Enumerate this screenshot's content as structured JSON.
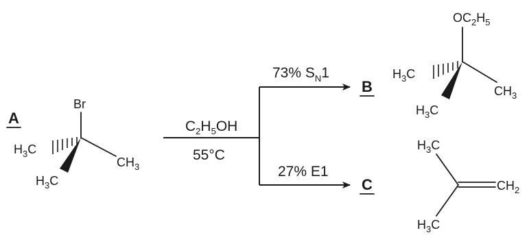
{
  "compounds": {
    "a_label": "A",
    "b_label": "B",
    "c_label": "C"
  },
  "reactant": {
    "br": "Br",
    "me_left": {
      "main": "H",
      "sub": "3",
      "tail": "C"
    },
    "me_bottom": {
      "main": "H",
      "sub": "3",
      "tail": "C"
    },
    "me_right": {
      "main": "CH",
      "sub": "3"
    }
  },
  "conditions": {
    "solvent": {
      "main": "C",
      "sub1": "2",
      "mid": "H",
      "sub2": "5",
      "tail": "OH"
    },
    "temperature": "55°C"
  },
  "pathways": {
    "upper": {
      "percent": "73% S",
      "sub": "N",
      "tail": "1"
    },
    "lower": {
      "text": "27% E1"
    }
  },
  "product_b": {
    "ethoxy": {
      "main": "OC",
      "sub1": "2",
      "mid": "H",
      "sub2": "5"
    },
    "me_left": {
      "main": "H",
      "sub": "3",
      "tail": "C"
    },
    "me_bottom": {
      "main": "H",
      "sub": "3",
      "tail": "C"
    },
    "me_right": {
      "main": "CH",
      "sub": "3"
    }
  },
  "product_c": {
    "me_top": {
      "main": "H",
      "sub": "3",
      "tail": "C"
    },
    "me_bottom": {
      "main": "H",
      "sub": "3",
      "tail": "C"
    },
    "methylene": {
      "main": "CH",
      "sub": "2"
    }
  },
  "colors": {
    "ink": "#1a1a1a",
    "background": "#ffffff"
  }
}
